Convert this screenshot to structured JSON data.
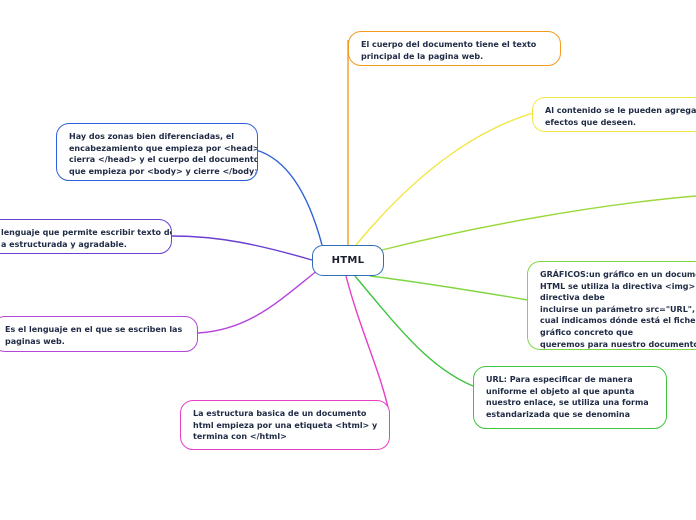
{
  "center": {
    "label": "HTML",
    "color": "#2f6fb5"
  },
  "branches": [
    {
      "id": "cuerpo",
      "color": "#f39c1f",
      "lines": [
        "El cuerpo del documento tiene el texto",
        "principal de la pagina web."
      ]
    },
    {
      "id": "efectos",
      "color": "#f2e640",
      "lines": [
        "Al contenido se le pueden agregar los",
        "efectos que deseen."
      ]
    },
    {
      "id": "edge-right",
      "color": "#9bd93b",
      "lines": []
    },
    {
      "id": "graficos",
      "color": "#7fd640",
      "lines": [
        "GRÁFICOS:un gráfico en un documento",
        "HTML se utiliza la directiva <img>. En d",
        "directiva debe",
        "incluirse un parámetro src=\"URL\", con",
        "cual indicamos dónde está el fichero co",
        "gráfico concreto que",
        "queremos para nuestro documento"
      ]
    },
    {
      "id": "url",
      "color": "#3fc43f",
      "lines": [
        "URL: Para especificar de manera",
        "uniforme el objeto al que apunta",
        "nuestro enlace, se utiliza una forma",
        "estandarizada que se denomina"
      ]
    },
    {
      "id": "estructura",
      "color": "#e83fc7",
      "lines": [
        "La estructura basica de un documento",
        "html empieza por una etiqueta <html> y",
        "termina con </html>"
      ]
    },
    {
      "id": "escriben",
      "color": "#b545d9",
      "lines": [
        "Es el lenguaje en el que se escriben las",
        "paginas web."
      ]
    },
    {
      "id": "permite",
      "color": "#6a3fd1",
      "lines": [
        "lenguaje que permite escribir texto de",
        "a estructurada y agradable."
      ]
    },
    {
      "id": "zonas",
      "color": "#2d5fd9",
      "lines": [
        "Hay dos zonas bien diferenciadas, el",
        "encabezamiento que empieza por <head> y",
        "cierra </head> y el cuerpo del documento",
        "que empieza por <body> y cierre </body>"
      ]
    }
  ]
}
